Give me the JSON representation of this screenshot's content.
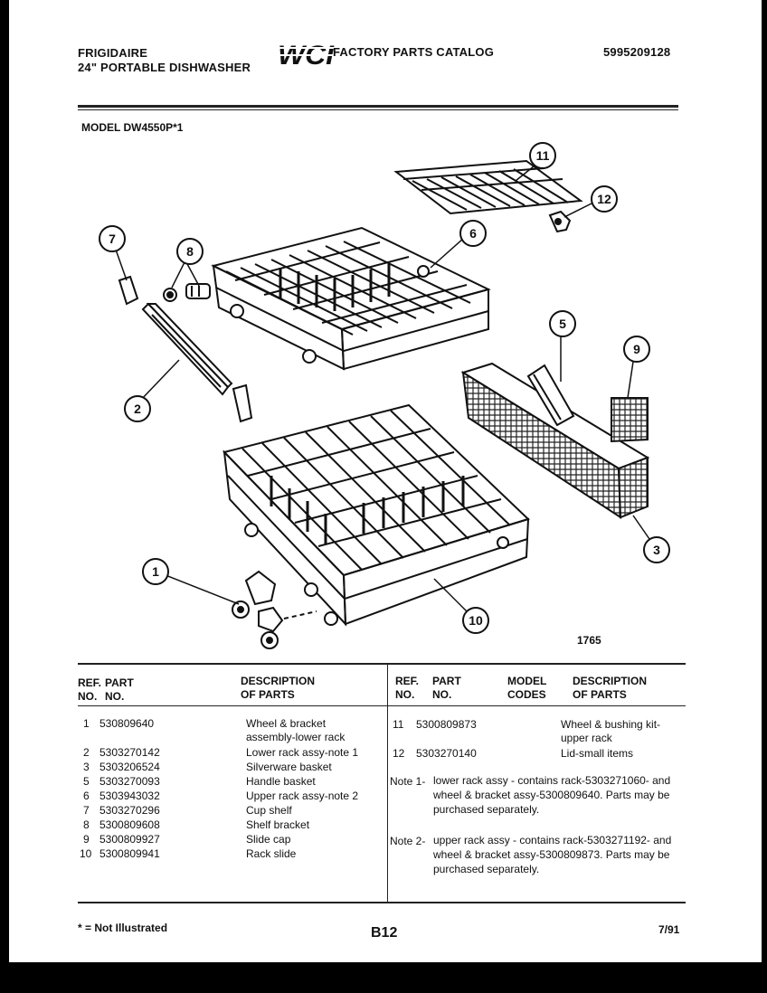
{
  "header": {
    "brand": "FRIGIDAIRE",
    "product": "24\" PORTABLE DISHWASHER",
    "catalog_title": "FACTORY PARTS CATALOG",
    "catalog_number": "5995209128",
    "logo_text": "WCI",
    "model": "MODEL DW4550P*1"
  },
  "diagram": {
    "callouts": [
      "1",
      "2",
      "3",
      "5",
      "6",
      "7",
      "8",
      "9",
      "10",
      "11",
      "12"
    ],
    "figure_number": "1765",
    "parts_shown": [
      "lower-rack",
      "upper-rack",
      "silverware-basket",
      "cup-shelf",
      "shelf-bracket",
      "rack-slide",
      "slide-cap",
      "wheel-bracket",
      "handle-basket",
      "lid-small"
    ]
  },
  "table": {
    "left_headers": {
      "ref_no": [
        "REF.",
        "NO."
      ],
      "part_no": [
        "PART",
        "NO."
      ],
      "description": [
        "DESCRIPTION",
        "OF PARTS"
      ]
    },
    "right_headers": {
      "ref_no": [
        "REF.",
        "NO."
      ],
      "part_no": [
        "PART",
        "NO."
      ],
      "model_codes": [
        "MODEL",
        "CODES"
      ],
      "description": [
        "DESCRIPTION",
        "OF PARTS"
      ]
    },
    "left_rows": [
      {
        "ref": "1",
        "part": "530809640",
        "desc": "Wheel & bracket",
        "desc2": "assembly-lower rack"
      },
      {
        "ref": "2",
        "part": "5303270142",
        "desc": "Lower rack assy-note 1"
      },
      {
        "ref": "3",
        "part": "5303206524",
        "desc": "Silverware basket"
      },
      {
        "ref": "5",
        "part": "5303270093",
        "desc": "Handle basket"
      },
      {
        "ref": "6",
        "part": "5303943032",
        "desc": "Upper rack assy-note 2"
      },
      {
        "ref": "7",
        "part": "5303270296",
        "desc": "Cup shelf"
      },
      {
        "ref": "8",
        "part": "5300809608",
        "desc": "Shelf bracket"
      },
      {
        "ref": "9",
        "part": "5300809927",
        "desc": "Slide cap"
      },
      {
        "ref": "10",
        "part": "5300809941",
        "desc": "Rack slide"
      }
    ],
    "right_rows": [
      {
        "ref": "11",
        "part": "5300809873",
        "desc": "Wheel & bushing kit-",
        "desc2": "upper rack"
      },
      {
        "ref": "12",
        "part": "5303270140",
        "desc": "Lid-small items"
      }
    ],
    "notes": [
      {
        "label": "Note 1-",
        "text": "lower rack assy - contains rack-5303271060- and wheel & bracket assy-5300809640.  Parts may be purchased separately."
      },
      {
        "label": "Note 2-",
        "text": "upper rack assy - contains rack-5303271192- and wheel & bracket assy-5300809873.  Parts may be purchased separately."
      }
    ]
  },
  "footer": {
    "legend": "* = Not Illustrated",
    "page": "B12",
    "date": "7/91"
  }
}
